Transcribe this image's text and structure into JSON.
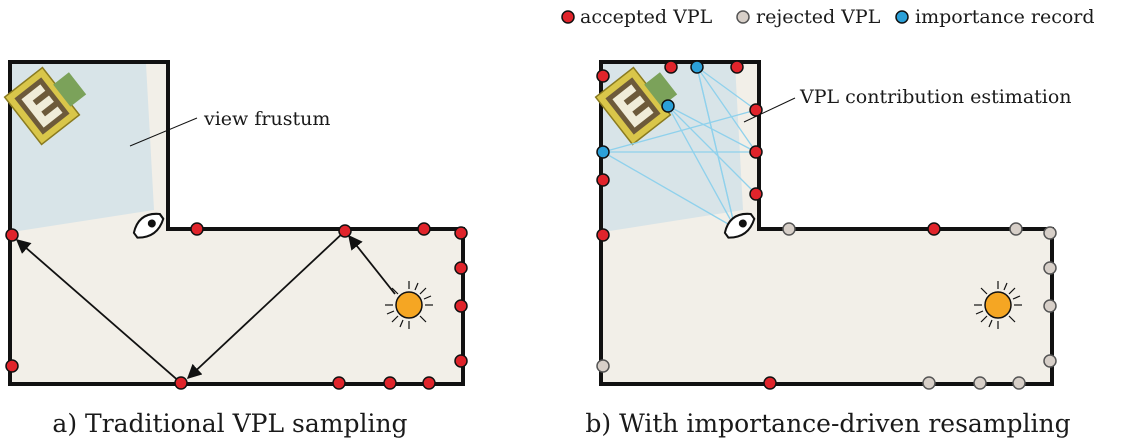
{
  "legend": {
    "accepted_label": "accepted VPL",
    "rejected_label": "rejected VPL",
    "importance_label": "importance record"
  },
  "colors": {
    "accepted": "#e0242b",
    "rejected": "#d7cfc8",
    "importance": "#2ba0d8",
    "frustum": "#cfe0e8",
    "sun": "#f5a623",
    "ray": "#8fd1ec",
    "floor": "#f2efe8"
  },
  "panel_a": {
    "annotation": "view frustum",
    "caption": "a) Traditional VPL sampling"
  },
  "panel_b": {
    "annotation": "VPL contribution estimation",
    "caption": "b) With importance-driven resampling"
  },
  "icons": [
    "eye-icon",
    "sun-icon",
    "painting-icon"
  ]
}
